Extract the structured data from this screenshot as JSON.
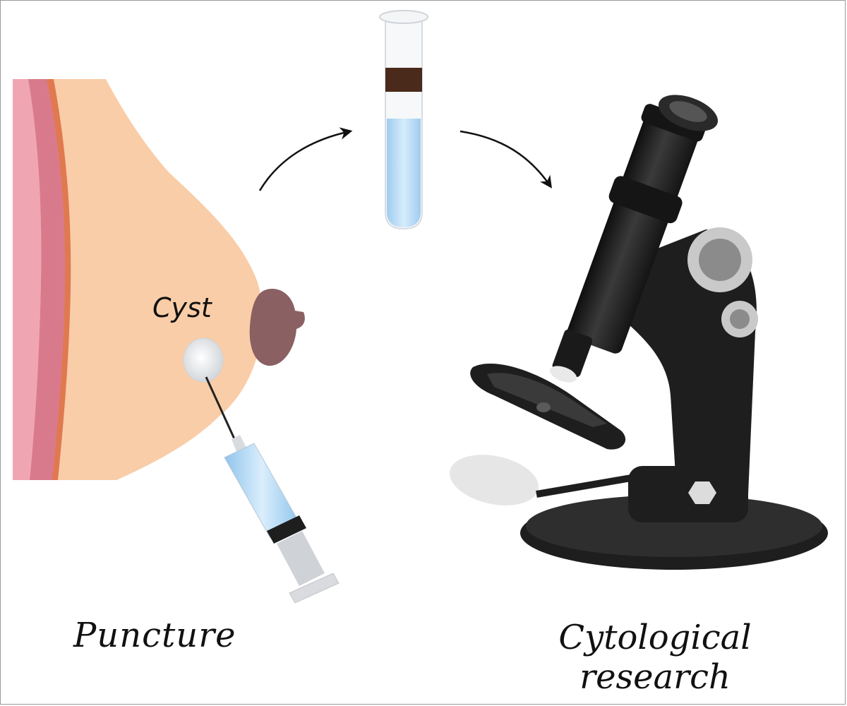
{
  "labels": {
    "cyst": "Cyst",
    "puncture": "Puncture",
    "cytology_line1": "Cytological",
    "cytology_line2": "research"
  },
  "colors": {
    "skin": "#f9cda7",
    "chest_wall": "#d97a8c",
    "chest_stripe": "#e07950",
    "chest_edge": "#f0a6b2",
    "nipple": "#8a6062",
    "cyst_fill": "#e5e7ea",
    "fluid": "#a9d3f0",
    "microscope": "#1e1e1e",
    "knob": "#8b8b8b",
    "mirror": "#e6e6e6"
  },
  "icons": [
    "breast-illustration",
    "syringe-icon",
    "test-tube-icon",
    "microscope-icon",
    "curved-arrow-icon"
  ]
}
